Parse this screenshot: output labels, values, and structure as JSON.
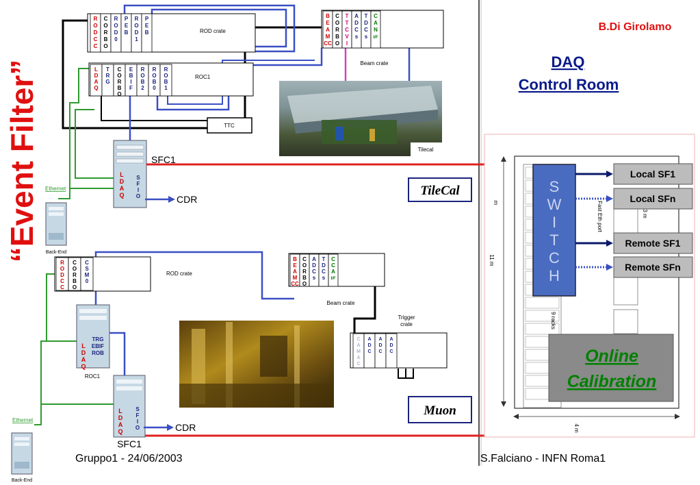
{
  "header": {
    "side_title": "“Event Filter”",
    "author": "B.Di Girolamo",
    "daq_line1": "DAQ",
    "daq_line2": "Control Room"
  },
  "footer": {
    "left": "Gruppo1 - 24/06/2003",
    "right": "S.Falciano - INFN Roma1"
  },
  "tilecal": {
    "section_label": "TileCal",
    "rod_crate": {
      "label": "ROD crate",
      "cards": [
        {
          "letters": [
            "R",
            "O",
            "D",
            "C",
            "C"
          ],
          "color": "#cc0000"
        },
        {
          "letters": [
            "C",
            "O",
            "R",
            "B",
            "O"
          ],
          "color": "#000000"
        },
        {
          "letters": [
            "R",
            "O",
            "D",
            "0"
          ],
          "color": "#1a237e"
        },
        {
          "letters": [
            "P",
            "E",
            "B"
          ],
          "color": "#1a237e"
        },
        {
          "letters": [
            "R",
            "O",
            "D",
            "1"
          ],
          "color": "#1a237e"
        },
        {
          "letters": [
            "P",
            "E",
            "B"
          ],
          "color": "#1a237e"
        }
      ]
    },
    "roc1": {
      "label": "ROC1",
      "cards": [
        {
          "letters": [
            "L",
            "D",
            "A",
            "Q"
          ],
          "color": "#cc0000"
        },
        {
          "letters": [
            "T",
            "R",
            "G"
          ],
          "color": "#1a237e"
        },
        {
          "letters": [
            "C",
            "O",
            "R",
            "B",
            "O"
          ],
          "color": "#000000"
        },
        {
          "letters": [
            "E",
            "B",
            "I",
            "F"
          ],
          "color": "#1a237e"
        },
        {
          "letters": [
            "R",
            "O",
            "B",
            "2"
          ],
          "color": "#1a237e"
        },
        {
          "letters": [
            "R",
            "O",
            "B",
            "0"
          ],
          "color": "#1a237e"
        },
        {
          "letters": [
            "R",
            "O",
            "B",
            "1"
          ],
          "color": "#1a237e"
        }
      ]
    },
    "beam_crate": {
      "label": "Beam crate",
      "cards": [
        {
          "letters": [
            "B",
            "E",
            "A",
            "M",
            "CC"
          ],
          "color": "#cc0000"
        },
        {
          "letters": [
            "C",
            "O",
            "R",
            "B",
            "O"
          ],
          "color": "#000000"
        },
        {
          "letters": [
            "T",
            "T",
            "C",
            "V",
            "I"
          ],
          "color": "#cc0077"
        },
        {
          "letters": [
            "A",
            "D",
            "C",
            "s"
          ],
          "color": "#1a237e"
        },
        {
          "letters": [
            "T",
            "D",
            "C",
            "s"
          ],
          "color": "#1a237e"
        },
        {
          "letters": [
            "C",
            "A",
            "N",
            "I/F"
          ],
          "color": "#007700"
        }
      ]
    },
    "ttc_label": "TTC",
    "photo_label": "Tilecal",
    "sfc_label": "SFC1",
    "pc_left": [
      "L",
      "D",
      "A",
      "Q"
    ],
    "pc_right": [
      "S",
      "F",
      "I",
      "O"
    ],
    "cdr_label": "CDR",
    "ethernet_label": "Ethernet",
    "backend_label": "Back-End"
  },
  "muon": {
    "section_label": "Muon",
    "rod_crate": {
      "label": "ROD crate",
      "cards": [
        {
          "letters": [
            "R",
            "O",
            "D",
            "C",
            "C"
          ],
          "color": "#cc0000"
        },
        {
          "letters": [
            "C",
            "O",
            "R",
            "B",
            "O"
          ],
          "color": "#000000"
        },
        {
          "letters": [
            "C",
            "S",
            "M",
            "0"
          ],
          "color": "#1a237e"
        }
      ]
    },
    "beam_crate": {
      "label": "Beam crate",
      "cards": [
        {
          "letters": [
            "B",
            "E",
            "A",
            "M",
            "CC"
          ],
          "color": "#cc0000"
        },
        {
          "letters": [
            "C",
            "O",
            "R",
            "B",
            "O"
          ],
          "color": "#000000"
        },
        {
          "letters": [
            "A",
            "D",
            "C",
            "s"
          ],
          "color": "#1a237e"
        },
        {
          "letters": [
            "T",
            "D",
            "C",
            "s"
          ],
          "color": "#1a237e"
        },
        {
          "letters": [
            "C",
            "C",
            "A",
            "I/F"
          ],
          "color": "#007700"
        }
      ]
    },
    "trigger_crate": {
      "label_line1": "Trigger",
      "label_line2": "crate",
      "cards": [
        {
          "letters": [
            "C",
            "A",
            "M",
            "A",
            "C"
          ],
          "color": "#a9b4d6"
        },
        {
          "letters": [
            "A",
            "D",
            "C"
          ],
          "color": "#1a237e"
        },
        {
          "letters": [
            "A",
            "D",
            "C"
          ],
          "color": "#1a237e"
        },
        {
          "letters": [
            "A",
            "D",
            "C"
          ],
          "color": "#1a237e"
        }
      ]
    },
    "roc_label": "ROC1",
    "roc_pc_left": [
      "L",
      "D",
      "A",
      "Q"
    ],
    "roc_pc_right": [
      "TRG",
      "EBIF",
      "ROB"
    ],
    "sfc_label": "SFC1",
    "pc_left": [
      "L",
      "D",
      "A",
      "Q"
    ],
    "pc_right": [
      "S",
      "F",
      "I",
      "O"
    ],
    "cdr_label": "CDR",
    "ethernet_label": "Ethernet",
    "backend_label": "Back-End"
  },
  "control_room": {
    "switch_letters": [
      "S",
      "W",
      "I",
      "T",
      "C",
      "H"
    ],
    "farms": [
      "Local SF1",
      "Local SFn",
      "Remote SF1",
      "Remote SFn"
    ],
    "fast_eth_label": "Fast Eth port",
    "dim_11m": "11 m",
    "dim_4m": "4 m",
    "dim_m": "m",
    "dim_3m": "3 m",
    "racks_label": "9 racks",
    "online_line1": "Online",
    "online_line2": "Calibration"
  },
  "colors": {
    "red_link": "#e02020",
    "blue_link": "#3a4fc4",
    "green_link": "#2e9a2e",
    "black_link": "#000000",
    "switch": "#4a6cc0",
    "farm_box": "#bcbcbc",
    "online_box": "#8a8a8a",
    "title_red": "#e01010",
    "online_green": "#008000"
  }
}
